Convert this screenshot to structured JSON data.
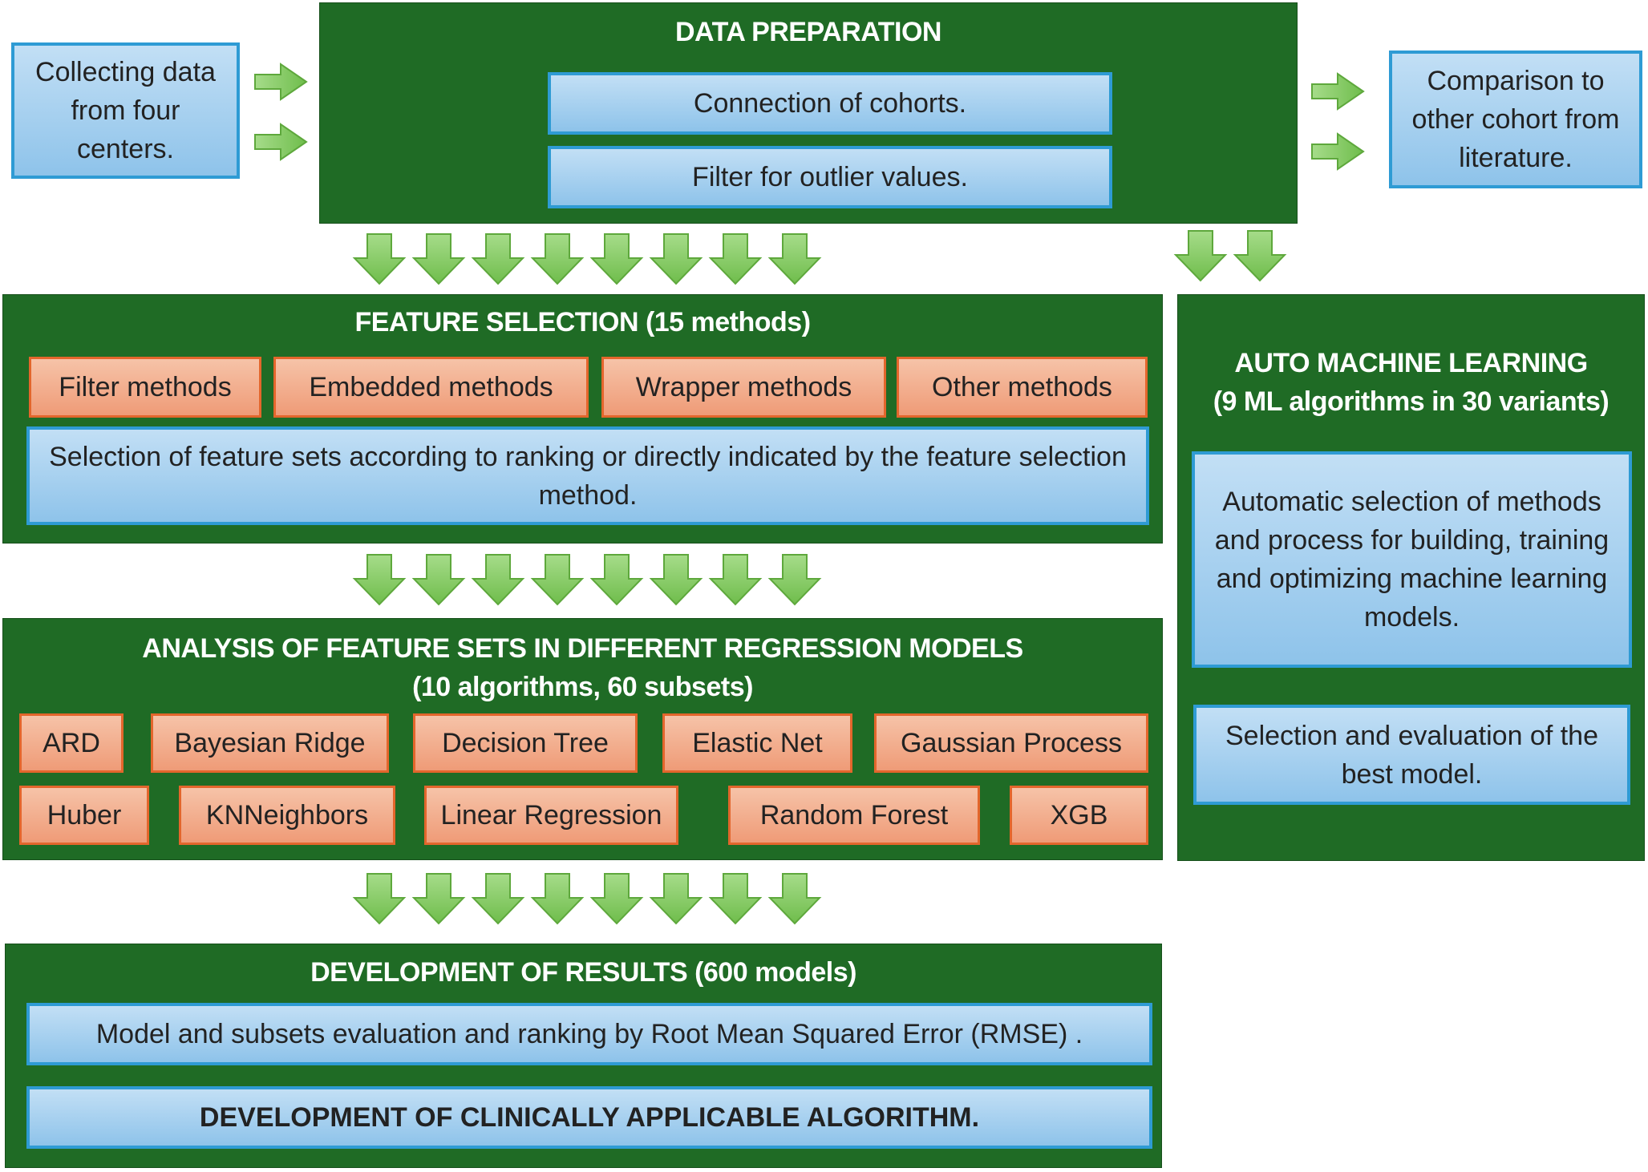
{
  "input_box": {
    "label": "Collecting data from four centers."
  },
  "output_box": {
    "label": "Comparison to other cohort from literature."
  },
  "data_preparation": {
    "title": "DATA PREPARATION",
    "steps": [
      "Connection of cohorts.",
      "Filter for outlier values."
    ]
  },
  "feature_selection": {
    "title": "FEATURE SELECTION (15 methods)",
    "methods": [
      "Filter methods",
      "Embedded methods",
      "Wrapper methods",
      "Other methods"
    ],
    "description": "Selection of feature sets according to ranking or directly indicated by the feature selection method."
  },
  "analysis": {
    "title_line1": "ANALYSIS OF FEATURE SETS IN DIFFERENT REGRESSION MODELS",
    "title_line2": "(10 algorithms, 60 subsets)",
    "algorithms_row1": [
      "ARD",
      "Bayesian Ridge",
      "Decision Tree",
      "Elastic Net",
      "Gaussian Process"
    ],
    "algorithms_row2": [
      "Huber",
      "KNNeighbors",
      "Linear Regression",
      "Random Forest",
      "XGB"
    ]
  },
  "development": {
    "title": "DEVELOPMENT OF RESULTS (600 models)",
    "evaluation": "Model and subsets evaluation and ranking by Root Mean Squared Error (RMSE) .",
    "final": "DEVELOPMENT OF CLINICALLY APPLICABLE ALGORITHM."
  },
  "automl": {
    "title_line1": "AUTO MACHINE LEARNING",
    "title_line2": "(9 ML algorithms in 30 variants)",
    "description": "Automatic selection of methods and process for building, training and optimizing machine learning models.",
    "selection": "Selection and evaluation of the best model."
  },
  "colors": {
    "panel_green": "#1f6b25",
    "blue_box": "#8ec3ea",
    "blue_border": "#2e9bd4",
    "orange_box": "#ef9b77",
    "orange_border": "#e3662c",
    "arrow_green": "#8ccc6a"
  }
}
